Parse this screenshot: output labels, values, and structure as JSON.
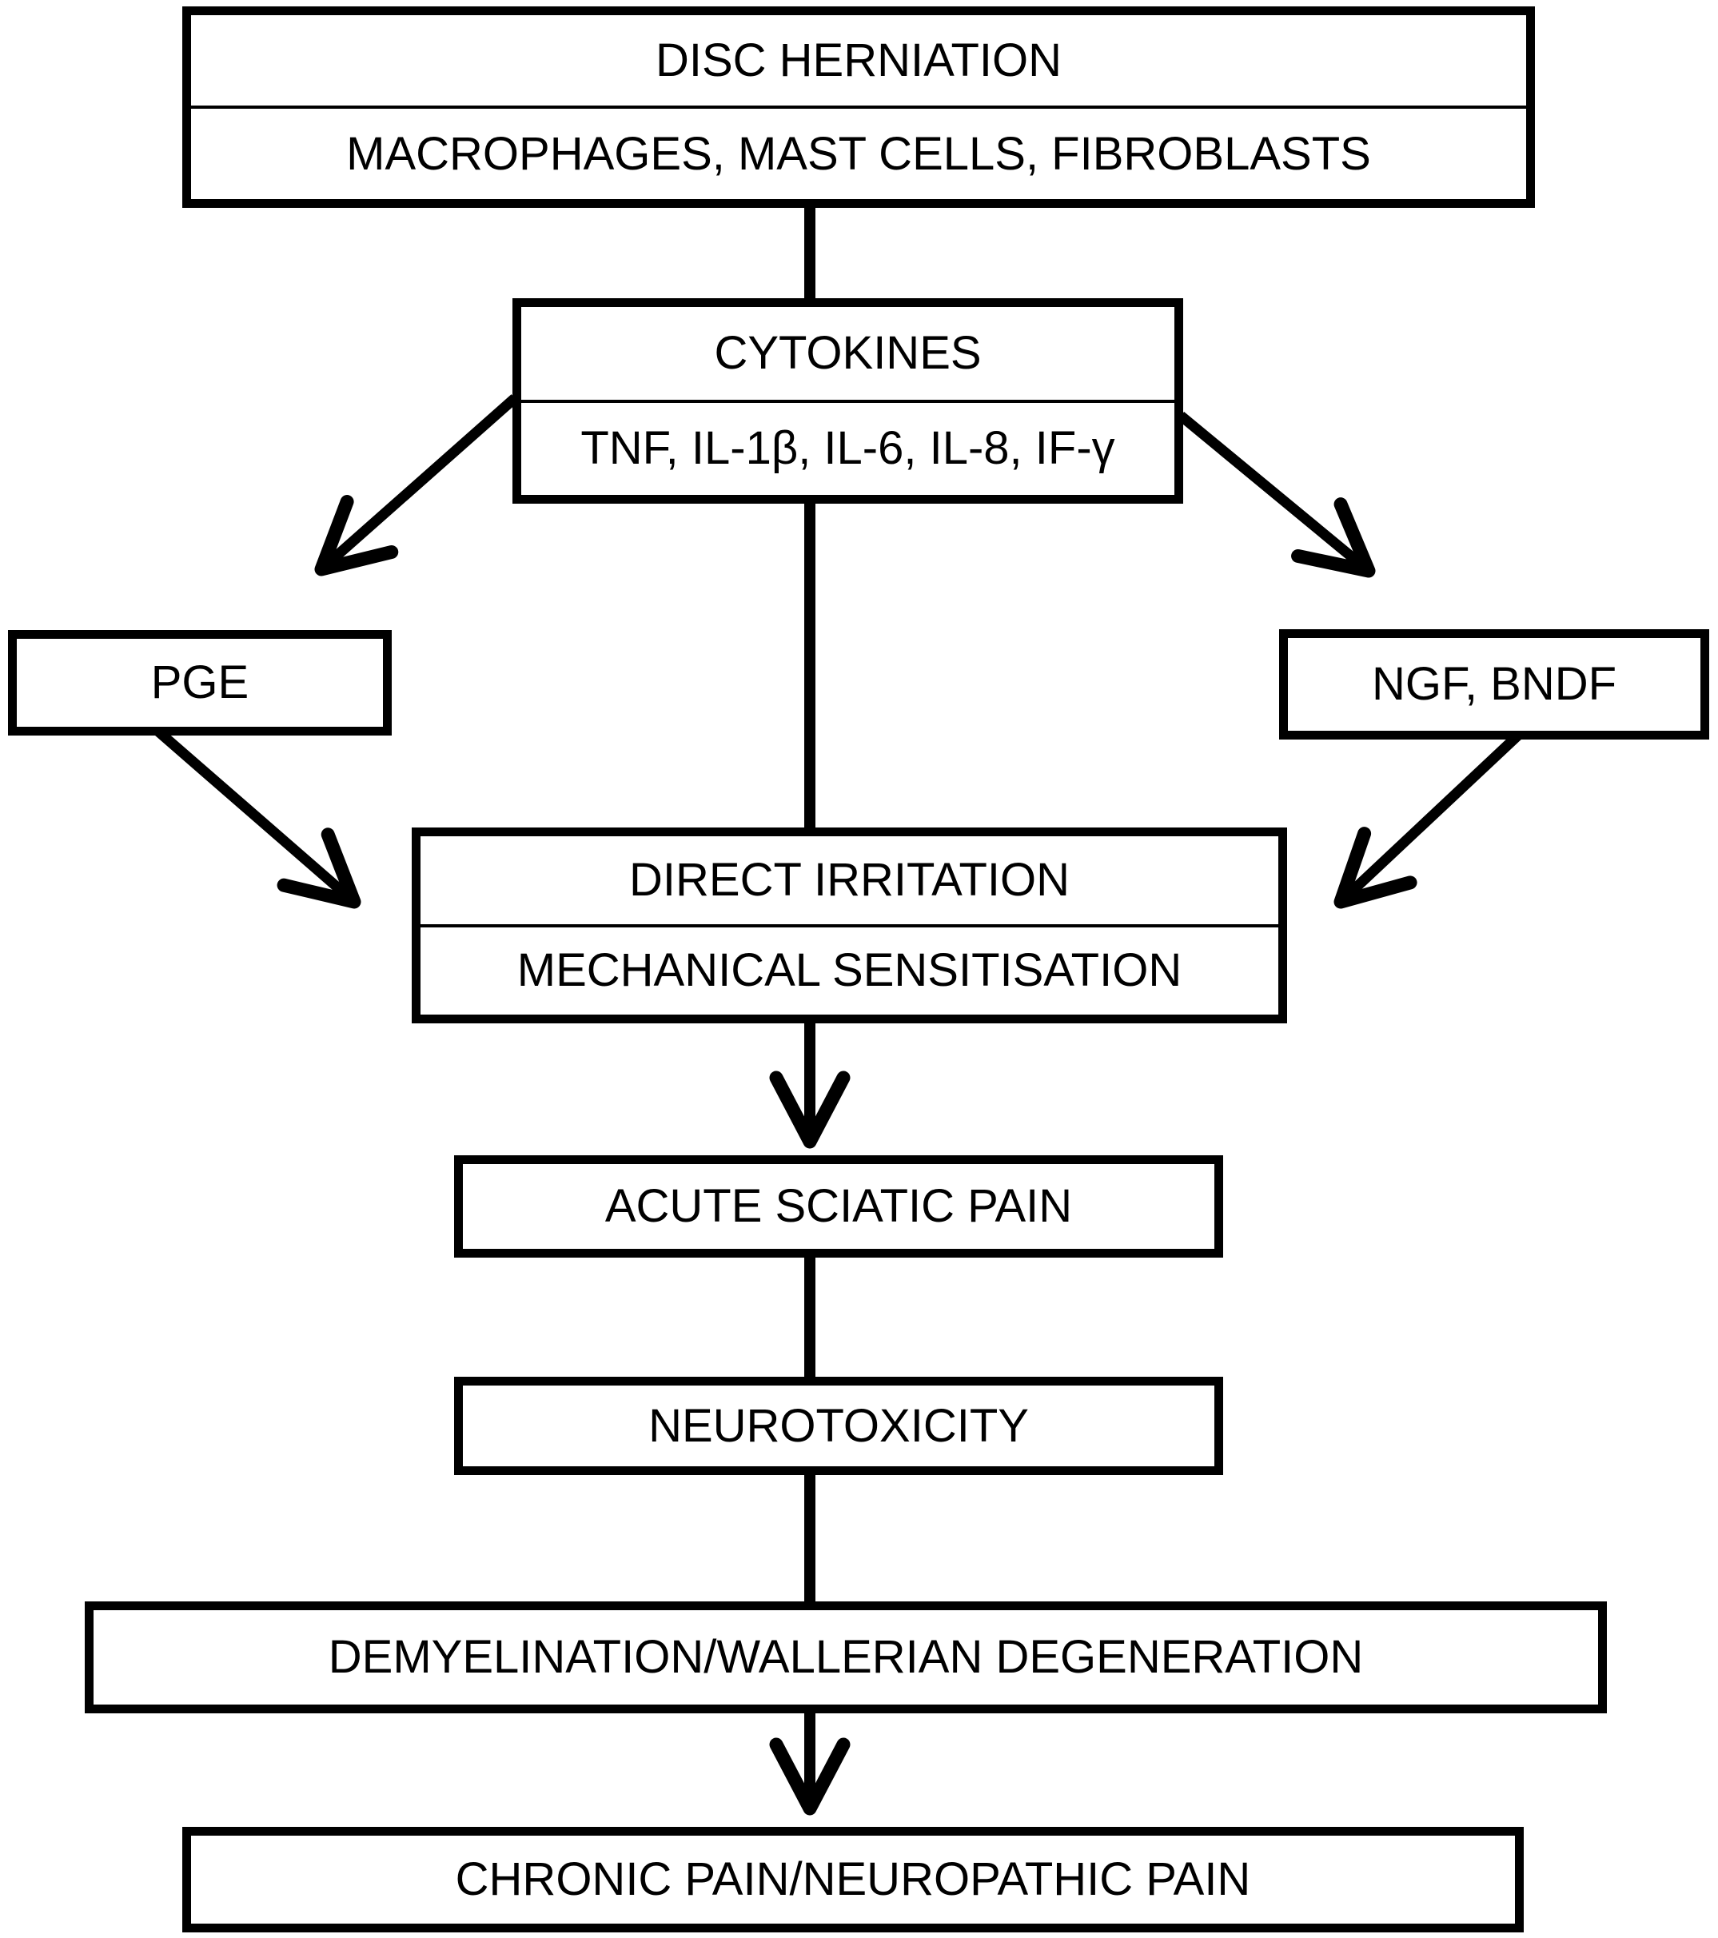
{
  "diagram": {
    "title": "Disc herniation pain pathway flowchart",
    "nodes": {
      "disc_herniation": {
        "title": "DISC HERNIATION",
        "subtitle": "MACROPHAGES, MAST CELLS, FIBROBLASTS"
      },
      "cytokines": {
        "title": "CYTOKINES",
        "subtitle": "TNF, IL-1β, IL-6, IL-8, IF-γ"
      },
      "pge": {
        "label": "PGE"
      },
      "ngf_bndf": {
        "label": "NGF, BNDF"
      },
      "direct_irritation": {
        "title": "DIRECT IRRITATION",
        "subtitle": "MECHANICAL SENSITISATION"
      },
      "acute_sciatic_pain": {
        "label": "ACUTE SCIATIC PAIN"
      },
      "neurotoxicity": {
        "label": "NEUROTOXICITY"
      },
      "demyelination": {
        "label": "DEMYELINATION/WALLERIAN DEGENERATION"
      },
      "chronic_pain": {
        "label": "CHRONIC PAIN/NEUROPATHIC PAIN"
      }
    },
    "edges": [
      {
        "from": "disc_herniation",
        "to": "cytokines",
        "arrowhead": false
      },
      {
        "from": "cytokines",
        "to": "pge",
        "arrowhead": true
      },
      {
        "from": "cytokines",
        "to": "ngf_bndf",
        "arrowhead": true
      },
      {
        "from": "cytokines",
        "to": "direct_irritation",
        "arrowhead": false
      },
      {
        "from": "pge",
        "to": "direct_irritation",
        "arrowhead": true
      },
      {
        "from": "ngf_bndf",
        "to": "direct_irritation",
        "arrowhead": true
      },
      {
        "from": "direct_irritation",
        "to": "acute_sciatic_pain",
        "arrowhead": true
      },
      {
        "from": "acute_sciatic_pain",
        "to": "neurotoxicity",
        "arrowhead": false
      },
      {
        "from": "neurotoxicity",
        "to": "demyelination",
        "arrowhead": false
      },
      {
        "from": "demyelination",
        "to": "chronic_pain",
        "arrowhead": true
      }
    ],
    "colors": {
      "stroke": "#000000",
      "box_fill": "#ffffff",
      "background": "#ffffff",
      "text": "#000000"
    }
  }
}
